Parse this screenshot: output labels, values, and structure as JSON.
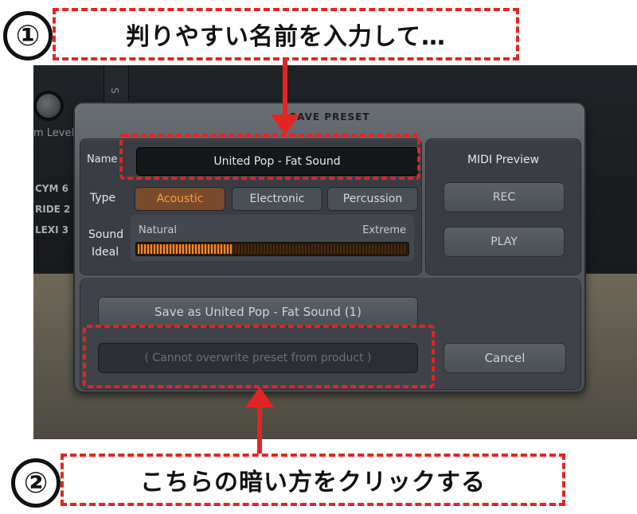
{
  "callouts": [
    {
      "number": "①",
      "text": "判りやすい名前を入力して…"
    },
    {
      "number": "②",
      "text": "こちらの暗い方をクリックする"
    }
  ],
  "background": {
    "level_label": "m Level",
    "side_labels": [
      "CYM 6",
      "RIDE 2",
      "LEXI 3"
    ],
    "vertical_label": "S"
  },
  "dialog": {
    "title": "SAVE PRESET",
    "name_label": "Name",
    "name_value": "United Pop - Fat Sound",
    "type_label": "Type",
    "type_options": [
      "Acoustic",
      "Electronic",
      "Percussion"
    ],
    "type_selected": "Acoustic",
    "sound_ideal_label_1": "Sound",
    "sound_ideal_label_2": "Ideal",
    "meter_left": "Natural",
    "meter_right": "Extreme",
    "meter_level": 0.35,
    "midi_preview_label": "MIDI Preview",
    "rec_label": "REC",
    "play_label": "PLAY",
    "save_as_label": "Save as United Pop - Fat Sound (1)",
    "overwrite_label": "( Cannot overwrite preset from product )",
    "cancel_label": "Cancel"
  },
  "colors": {
    "highlight_red": "#e32424",
    "accent_orange": "#ff9a3c"
  }
}
